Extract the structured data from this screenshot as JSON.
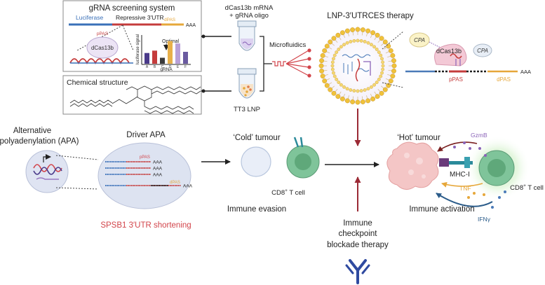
{
  "screening_box": {
    "title": "gRNA screening system",
    "luciferase": "Luciferase",
    "repressive_utr": "Repressive 3′UTR",
    "polyA": "AAA",
    "dpas": "dPAS",
    "ppas": "pPAS",
    "dcas13b": "dCas13b",
    "optimal": "Optimal",
    "y_label": "luciferase signal",
    "x_label": "gRNA",
    "bars": [
      {
        "label": "A",
        "value": 0.45,
        "color": "#4a3a8a"
      },
      {
        "label": "B",
        "value": 0.55,
        "color": "#c53c3c"
      },
      {
        "label": "C",
        "value": 0.25,
        "color": "#3a3a3a"
      },
      {
        "label": "D",
        "value": 0.95,
        "color": "#e8b04a"
      },
      {
        "label": "E",
        "value": 0.85,
        "color": "#b8a0d8"
      },
      {
        "label": "F",
        "value": 0.5,
        "color": "#6a5aa0"
      }
    ]
  },
  "chem_box": {
    "title": "Chemical structure"
  },
  "mrna_label_1": "dCas13b mRNA",
  "mrna_label_2": "+ gRNA oligo",
  "tt3_label": "TT3 LNP",
  "microfluidics": "Microfluidics",
  "therapy_title": "LNP-3′UTRCES therapy",
  "zoom": {
    "cpa_1": "CPA",
    "cpa_2": "CPA",
    "dcas13b": "dCas13b",
    "polyA": "AAA",
    "ppas": "pPAS",
    "dpas": "dPAS"
  },
  "apa": {
    "label_1": "Alternative",
    "label_2": "polyadenylation (APA)"
  },
  "driver": {
    "title": "Driver APA",
    "ppas": "pPAS",
    "dpas": "dPAS",
    "polyA": "AAA",
    "shortening": "SPSB1 3′UTR shortening"
  },
  "cold": {
    "title": "‘Cold’ tumour",
    "cd8": "CD8",
    "plus": "+",
    "tcell": " T cell",
    "evasion": "Immune evasion"
  },
  "checkpoint": {
    "line1": "Immune",
    "line2": "checkpoint",
    "line3": "blockade therapy"
  },
  "hot": {
    "title": "‘Hot’ tumour",
    "gzmb": "GzmB",
    "mhc": "MHC-I",
    "tnf": "TNF",
    "ifn": "IFNγ",
    "cd8": "CD8",
    "plus": "+",
    "tcell": " T cell",
    "activation": "Immune activation"
  },
  "colors": {
    "red_text": "#d2444a",
    "arrow_red": "#9b2a35",
    "cell_green": "#5fb87a",
    "blue_ab": "#2f4aa0",
    "gold": "#e6a73a",
    "purple": "#8a63b8"
  }
}
